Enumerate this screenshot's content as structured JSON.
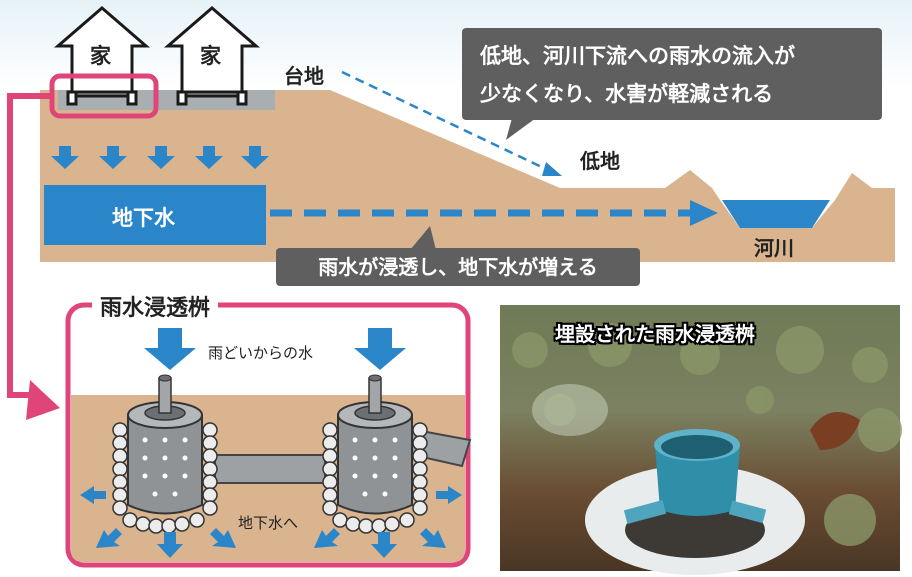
{
  "labels": {
    "house_1": "家",
    "house_2": "家",
    "plateau": "台地",
    "lowland": "低地",
    "groundwater": "地下水",
    "river": "河川",
    "callout_top_line1": "低地、河川下流への雨水の流入が",
    "callout_top_line2": "少なくなり、水害が軽減される",
    "callout_bottom": "雨水が浸透し、地下水が増える",
    "tank_title": "雨水浸透桝",
    "rain_gutter_water": "雨どいからの水",
    "to_groundwater": "地下水へ",
    "photo_title": "埋設された雨水浸透桝"
  },
  "colors": {
    "ground": "#d9b48f",
    "water_blue": "#2a86c8",
    "pink_frame": "#e0457a",
    "callout_bg": "#5f5f5f",
    "dashed_blue": "#2a86c8"
  }
}
